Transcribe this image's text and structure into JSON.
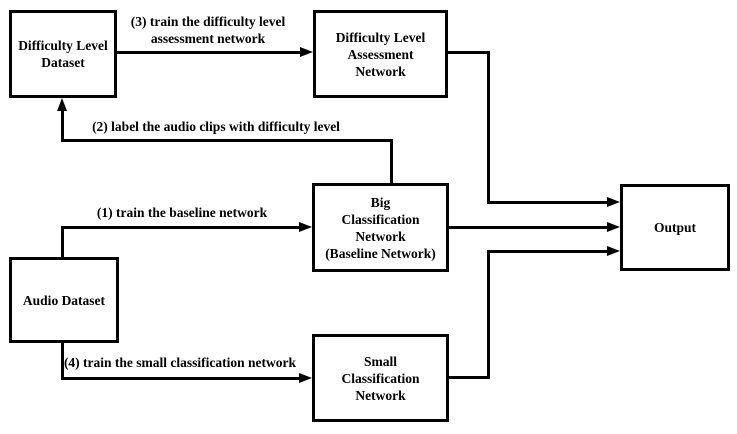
{
  "diagram": {
    "colors": {
      "background": "#ffffff",
      "line": "#000000",
      "text": "#000000"
    },
    "nodes": {
      "difficulty_level_dataset": {
        "label": "Difficulty Level\nDataset"
      },
      "difficulty_level_assessment_network": {
        "label": "Difficulty Level\nAssessment\nNetwork"
      },
      "big_classification_network": {
        "label": "Big\nClassification\nNetwork\n(Baseline Network)"
      },
      "audio_dataset": {
        "label": "Audio Dataset"
      },
      "small_classification_network": {
        "label": "Small\nClassification\nNetwork"
      },
      "output": {
        "label": "Output"
      }
    },
    "edges": {
      "step1": {
        "label": "(1) train the baseline network"
      },
      "step2": {
        "label": "(2) label the audio clips with difficulty level"
      },
      "step3": {
        "label": "(3) train the difficulty level\nassessment network"
      },
      "step4": {
        "label": "(4) train the small classification network"
      }
    }
  }
}
